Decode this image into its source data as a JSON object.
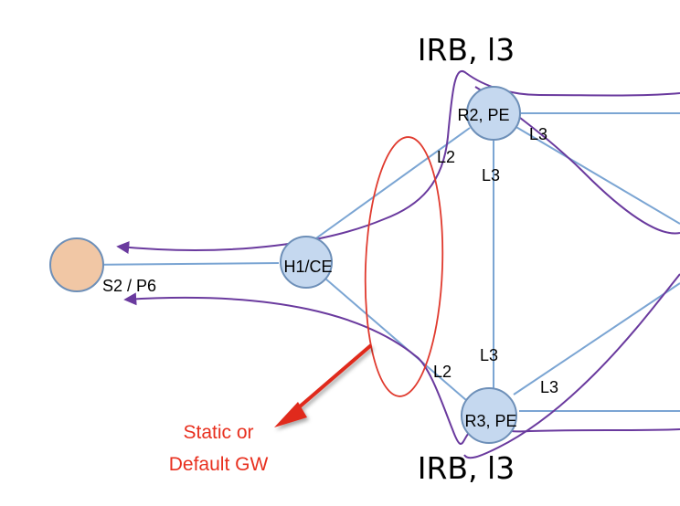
{
  "top_title": "IRB, l3",
  "bottom_title": "IRB, l3",
  "nodes": {
    "r2": "R2, PE",
    "r3": "R3, PE",
    "h1": "H1/CE",
    "s2": "S2 / P6"
  },
  "links": {
    "h1_r2": "L2",
    "h1_r3": "L2",
    "r2_r3_top": "L3",
    "r2_r3_bottom": "L3",
    "r2_right": "L3",
    "r3_right": "L3"
  },
  "callout": {
    "line1": "Static or",
    "line2": "Default GW"
  },
  "colors": {
    "node_fill": "#c5d8ef",
    "node_stroke": "#6d8fb8",
    "host_fill": "#f1c7a5",
    "link": "#7ba5d3",
    "path": "#6a3a9e",
    "ellipse": "#e03a2e",
    "arrow": "#e0291c",
    "callout_text": "#e8301f"
  }
}
